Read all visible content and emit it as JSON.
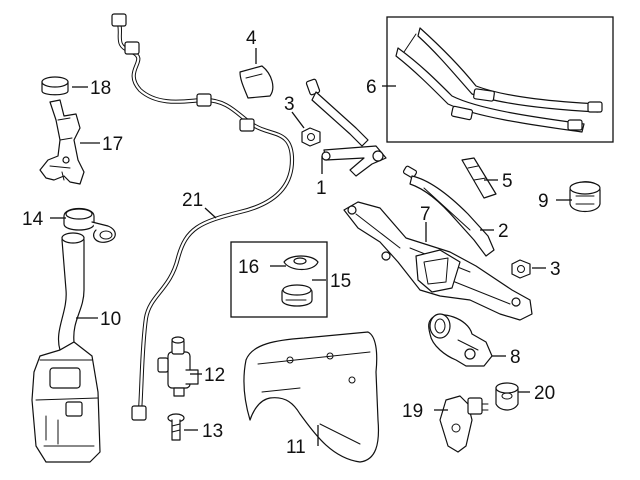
{
  "callouts": {
    "c1": "1",
    "c2": "2",
    "c3a": "3",
    "c3b": "3",
    "c4": "4",
    "c5": "5",
    "c6": "6",
    "c7": "7",
    "c8": "8",
    "c9": "9",
    "c10": "10",
    "c11": "11",
    "c12": "12",
    "c13": "13",
    "c14": "14",
    "c15": "15",
    "c16": "16",
    "c17": "17",
    "c18": "18",
    "c19": "19",
    "c20": "20",
    "c21": "21"
  },
  "colors": {
    "line": "#111111",
    "background": "#ffffff"
  }
}
